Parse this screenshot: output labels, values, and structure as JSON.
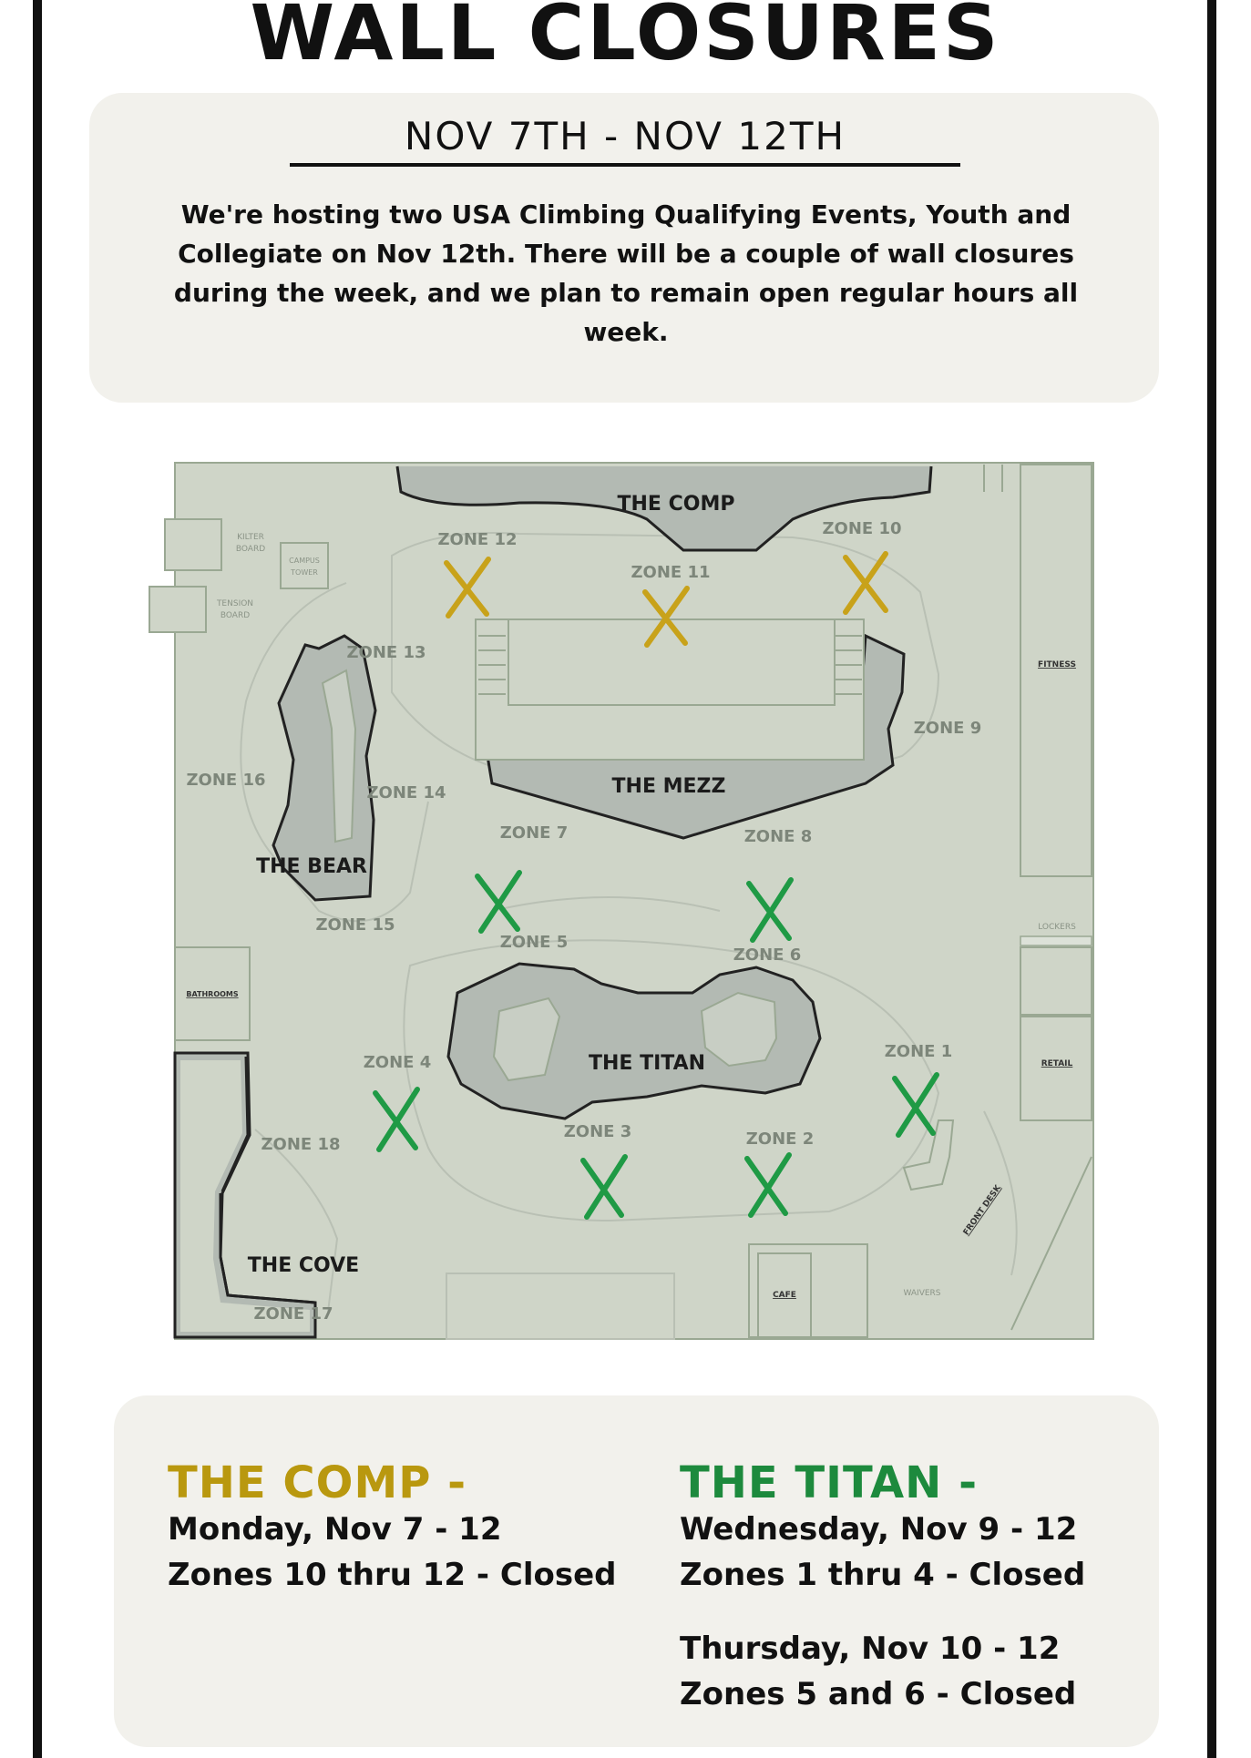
{
  "title": "WALL CLOSURES",
  "date_range": "NOV 7TH - NOV 12TH",
  "intro": "We're hosting two USA Climbing Qualifying Events, Youth and Collegiate on Nov 12th. There will be a couple of wall closures during the week, and we plan to remain open regular hours all week.",
  "colors": {
    "comp_accent": "#b9980f",
    "titan_accent": "#1d8a3d",
    "map_floor": "#cfd5c8",
    "wall_fill": "#b3bab3"
  },
  "map": {
    "walls": {
      "comp": "THE COMP",
      "mezz": "THE MEZZ",
      "bear": "THE BEAR",
      "titan": "THE TITAN",
      "cove": "THE COVE"
    },
    "zones": {
      "z1": "ZONE 1",
      "z2": "ZONE 2",
      "z3": "ZONE 3",
      "z4": "ZONE 4",
      "z5": "ZONE 5",
      "z6": "ZONE 6",
      "z7": "ZONE 7",
      "z8": "ZONE 8",
      "z9": "ZONE 9",
      "z10": "ZONE 10",
      "z11": "ZONE 11",
      "z12": "ZONE 12",
      "z13": "ZONE 13",
      "z14": "ZONE 14",
      "z15": "ZONE 15",
      "z16": "ZONE 16",
      "z17": "ZONE 17",
      "z18": "ZONE 18"
    },
    "facilities": {
      "kilter_1": "KILTER",
      "kilter_2": "BOARD",
      "campus_1": "CAMPUS",
      "campus_2": "TOWER",
      "tension_1": "TENSION",
      "tension_2": "BOARD",
      "fitness": "FITNESS",
      "lockers": "LOCKERS",
      "bathrooms": "BATHROOMS",
      "retail": "RETAIL",
      "front_desk": "FRONT DESK",
      "cafe": "CAFE",
      "waivers": "WAIVERS"
    },
    "closed_markers": {
      "comp_zones": [
        "ZONE 10",
        "ZONE 11",
        "ZONE 12"
      ],
      "titan_zones": [
        "ZONE 1",
        "ZONE 2",
        "ZONE 3",
        "ZONE 4",
        "ZONE 5",
        "ZONE 6"
      ]
    }
  },
  "closures": {
    "comp": {
      "heading": "THE COMP  -",
      "lines": [
        "Monday, Nov 7 - 12",
        "Zones 10 thru 12 - Closed"
      ]
    },
    "titan": {
      "heading": "THE TITAN  -",
      "lines": [
        "Wednesday, Nov 9 - 12",
        "Zones 1 thru 4 - Closed",
        "Thursday, Nov 10 - 12",
        "Zones 5 and 6 - Closed"
      ]
    }
  }
}
